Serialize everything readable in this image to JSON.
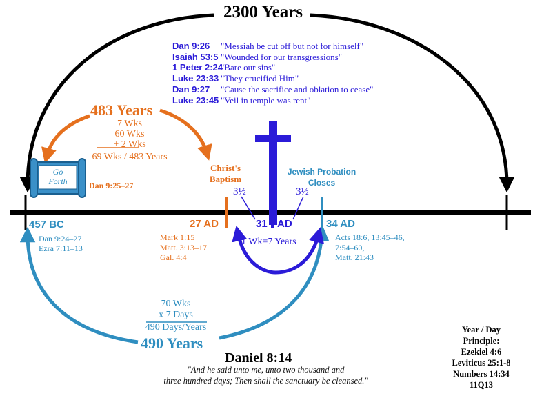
{
  "title": "2300 Years",
  "verses": [
    {
      "ref": "Dan 9:26",
      "quote": "\"Messiah be cut off but not for himself\""
    },
    {
      "ref": "Isaiah 53:5",
      "quote": "\"Wounded for our transgressions\""
    },
    {
      "ref": "1 Peter 2:24",
      "quote": "\"Bare our sins\""
    },
    {
      "ref": "Luke 23:33",
      "quote": "\"They crucified Him\""
    },
    {
      "ref": "Dan 9:27",
      "quote": "\"Cause the sacrifice and oblation to cease\""
    },
    {
      "ref": "Luke 23:45",
      "quote": "\"Veil in temple was rent\""
    }
  ],
  "span_483": {
    "heading": "483 Years",
    "lines": [
      "7 Wks",
      "60 Wks",
      "+ 2 Wks",
      "69 Wks / 483 Years"
    ]
  },
  "scroll": {
    "label_line1": "Go",
    "label_line2": "Forth",
    "ref": "Dan 9:25–27"
  },
  "baptism": {
    "line1": "Christ's",
    "line2": "Baptism"
  },
  "probation": {
    "line1": "Jewish Probation",
    "line2": "Closes"
  },
  "half_left": "3½",
  "half_right": "3½",
  "dates": {
    "bc457": "457 BC",
    "ad27": "27 AD",
    "ad31_num": "31",
    "ad31_suffix": "AD",
    "ad34": "34 AD"
  },
  "refs_457": [
    "Dan 9:24–27",
    "Ezra 7:11–13"
  ],
  "refs_27": [
    "Mark 1:15",
    "Matt. 3:13–17",
    "Gal. 4:4"
  ],
  "refs_34": [
    "Acts 18:6, 13:45–46,",
    "7:54–60,",
    "Matt. 21:43"
  ],
  "week_label": "1 Wk=7 Years",
  "span_490": {
    "lines": [
      "70 Wks",
      "x 7 Days",
      "490 Days/Years"
    ],
    "heading": "490 Years"
  },
  "daniel": {
    "title": "Daniel 8:14",
    "quote_line1": "\"And he said unto me, unto two thousand and",
    "quote_line2": "three hundred days; Then shall the sanctuary be cleansed.\""
  },
  "principle": [
    "Year / Day",
    "Principle:",
    "Ezekiel 4:6",
    "Leviticus 25:1-8",
    "Numbers 14:34",
    "11Q13"
  ],
  "colors": {
    "black": "#000000",
    "orange": "#E5701E",
    "blue": "#2F8EC0",
    "purple": "#2B1BD8",
    "scroll_fill": "#3A90C8"
  }
}
